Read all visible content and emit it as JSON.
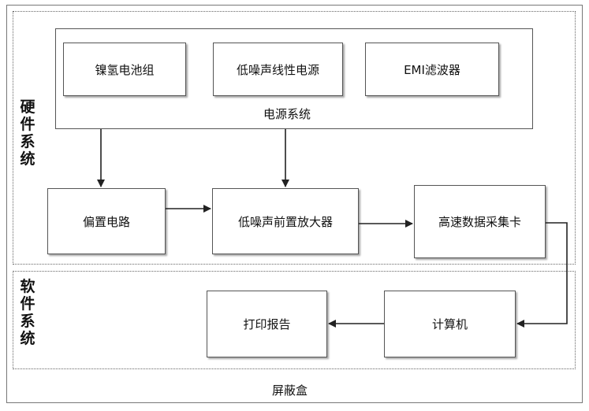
{
  "outer_label": "屏蔽盒",
  "hardware_label": "硬件系统",
  "software_label": "软件系统",
  "power_system": {
    "label": "电源系统",
    "items": [
      "镍氢电池组",
      "低噪声线性电源",
      "EMI滤波器"
    ]
  },
  "nodes": {
    "bias": "偏置电路",
    "lna": "低噪声前置放大器",
    "daq": "高速数据采集卡",
    "computer": "计算机",
    "report": "打印报告"
  }
}
